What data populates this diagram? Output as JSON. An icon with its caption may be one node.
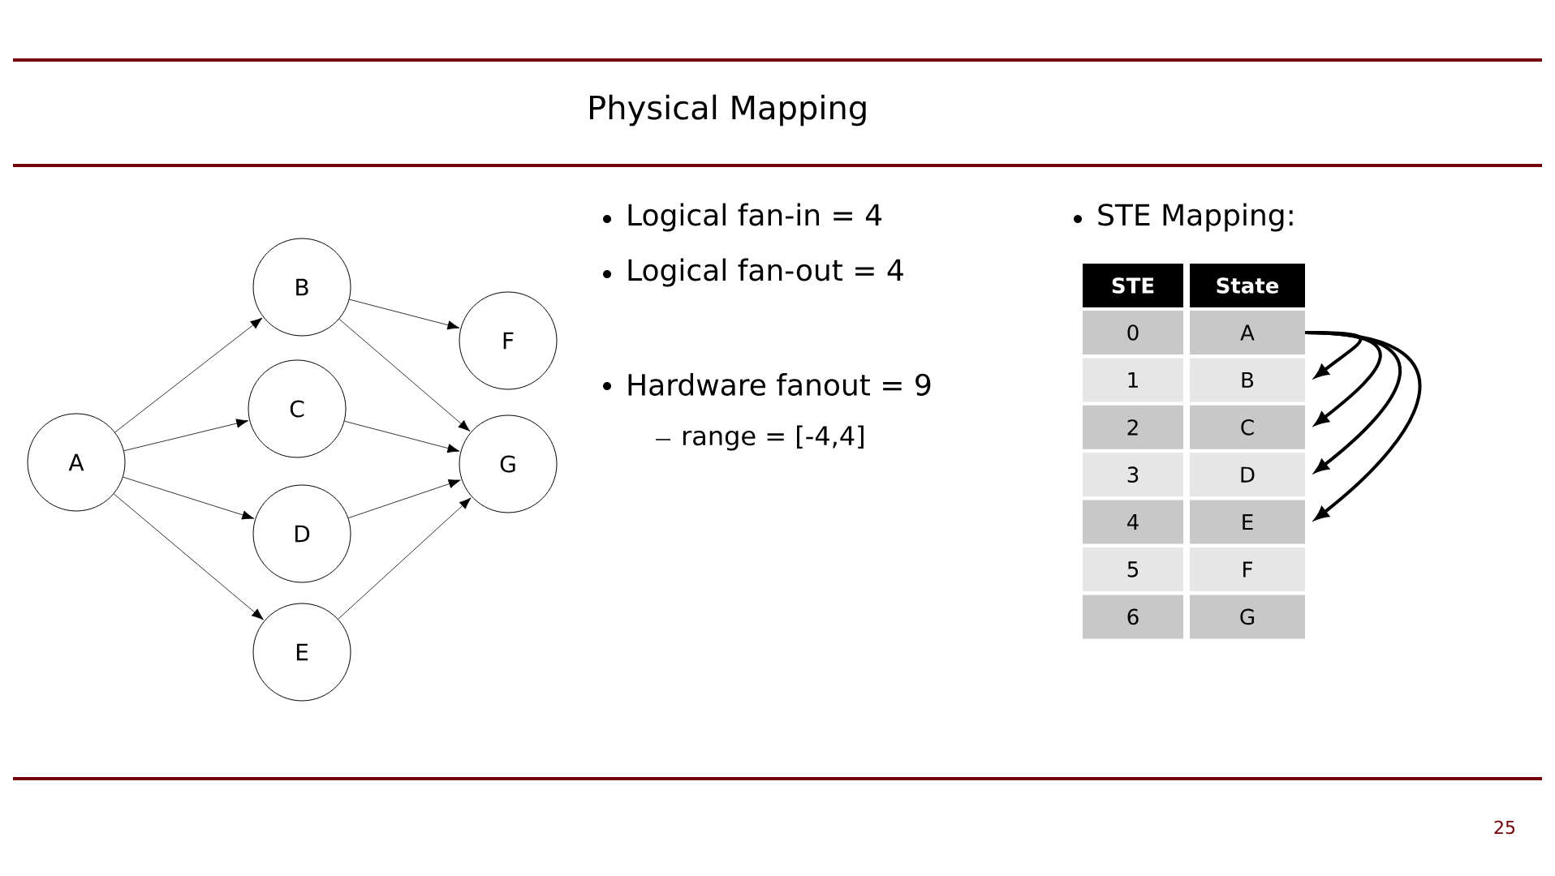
{
  "diagram": {
    "title": "Physical Mapping",
    "nodes": [
      {
        "text": [
          "A"
        ]
      },
      {
        "text": [
          "B"
        ]
      },
      {
        "text": [
          "C"
        ]
      },
      {
        "text": [
          "D"
        ]
      },
      {
        "text": [
          "E"
        ]
      },
      {
        "text": [
          "F"
        ]
      },
      {
        "text": [
          "G"
        ]
      },
      {
        "text": [
          "STE"
        ]
      },
      {
        "text": [
          "State"
        ]
      },
      {
        "text": [
          "0"
        ]
      },
      {
        "text": [
          "A"
        ]
      },
      {
        "text": [
          "1"
        ]
      },
      {
        "text": [
          "B"
        ]
      },
      {
        "text": [
          "2"
        ]
      },
      {
        "text": [
          "C"
        ]
      },
      {
        "text": [
          "3"
        ]
      },
      {
        "text": [
          "D"
        ]
      },
      {
        "text": [
          "4"
        ]
      },
      {
        "text": [
          "E"
        ]
      },
      {
        "text": [
          "5"
        ]
      },
      {
        "text": [
          "F"
        ]
      },
      {
        "text": [
          "6"
        ]
      },
      {
        "text": [
          "G"
        ]
      }
    ],
    "edges": [
      {
        "from": 0,
        "to": 1,
        "arrow": "to"
      },
      {
        "from": 0,
        "to": 2,
        "arrow": "to"
      },
      {
        "from": 0,
        "to": 3,
        "arrow": "to"
      },
      {
        "from": 0,
        "to": 4,
        "arrow": "to"
      },
      {
        "from": 1,
        "to": 5,
        "arrow": "to"
      },
      {
        "from": 1,
        "to": 6,
        "arrow": "to"
      },
      {
        "from": 2,
        "to": 6,
        "arrow": "to"
      },
      {
        "from": 3,
        "to": 6,
        "arrow": "to"
      },
      {
        "from": 4,
        "to": 6,
        "arrow": "to"
      },
      {
        "from": 10,
        "to": 12,
        "arrow": "to",
        "style": "thick"
      },
      {
        "from": 10,
        "to": 14,
        "arrow": "to",
        "style": "thick"
      },
      {
        "from": 10,
        "to": 16,
        "arrow": "to",
        "style": "thick"
      },
      {
        "from": 10,
        "to": 18,
        "arrow": "to",
        "style": "thick"
      }
    ],
    "labels": [
      "Logical fan-in = 4",
      "Logical fan-out = 4",
      "STE Mapping:",
      "Hardware fanout = 9",
      "range = [-4,4]",
      "25"
    ]
  }
}
